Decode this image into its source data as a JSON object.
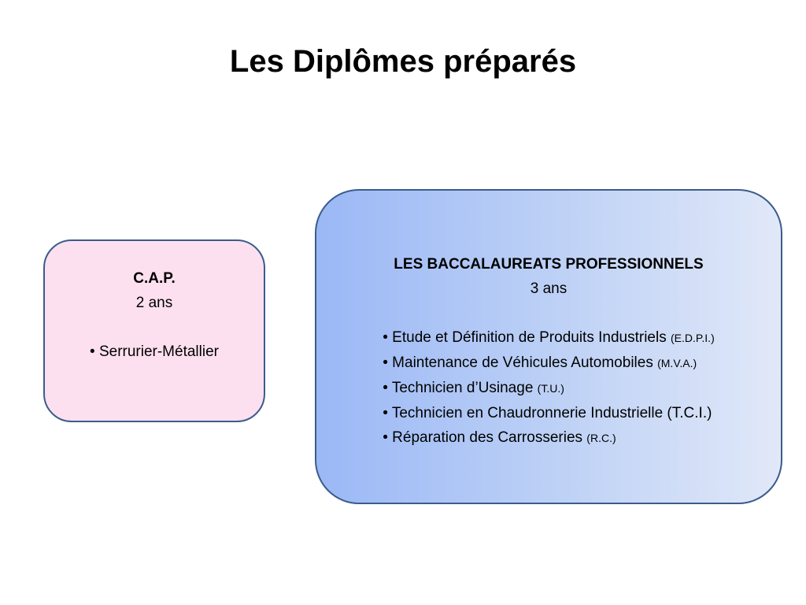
{
  "slide": {
    "title": "Les Diplômes préparés"
  },
  "cap": {
    "heading": "C.A.P.",
    "duration": "2 ans",
    "items": [
      {
        "label": "Serrurier-Métallier"
      }
    ]
  },
  "bac": {
    "heading": "LES BACCALAUREATS PROFESSIONNELS",
    "duration": "3 ans",
    "items": [
      {
        "label": "Etude et Définition de Produits Industriels",
        "abbr": "(E.D.P.I.)"
      },
      {
        "label": "Maintenance de Véhicules Automobiles",
        "abbr": "(M.V.A.)"
      },
      {
        "label": "Technicien d’Usinage",
        "abbr": "(T.U.)"
      },
      {
        "label": "Technicien en Chaudronnerie Industrielle (T.C.I.)",
        "abbr": ""
      },
      {
        "label": "Réparation des Carrosseries",
        "abbr": "(R.C.)"
      }
    ]
  },
  "bullet": "•",
  "colors": {
    "cap_fill": "#fde0ef",
    "bac_gradient_start": "#9bb8f6",
    "bac_gradient_end": "#e1e8f8",
    "border": "#3b5c8c"
  }
}
